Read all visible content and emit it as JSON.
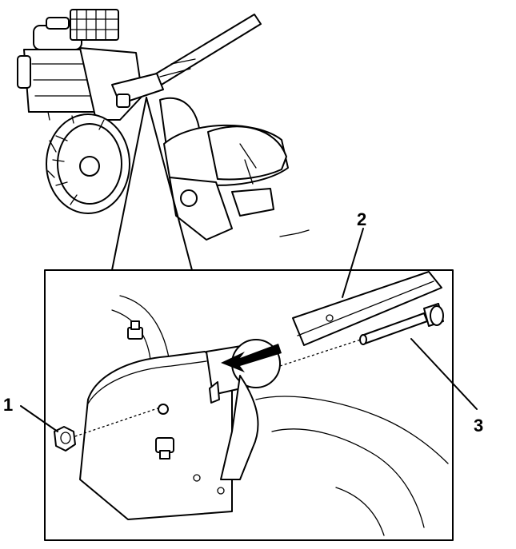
{
  "callouts": [
    {
      "label": "1",
      "part": "nut"
    },
    {
      "label": "2",
      "part": "handle-tube"
    },
    {
      "label": "3",
      "part": "bolt"
    }
  ],
  "colors": {
    "line": "#000000",
    "background": "#ffffff",
    "arrow": "#000000"
  }
}
